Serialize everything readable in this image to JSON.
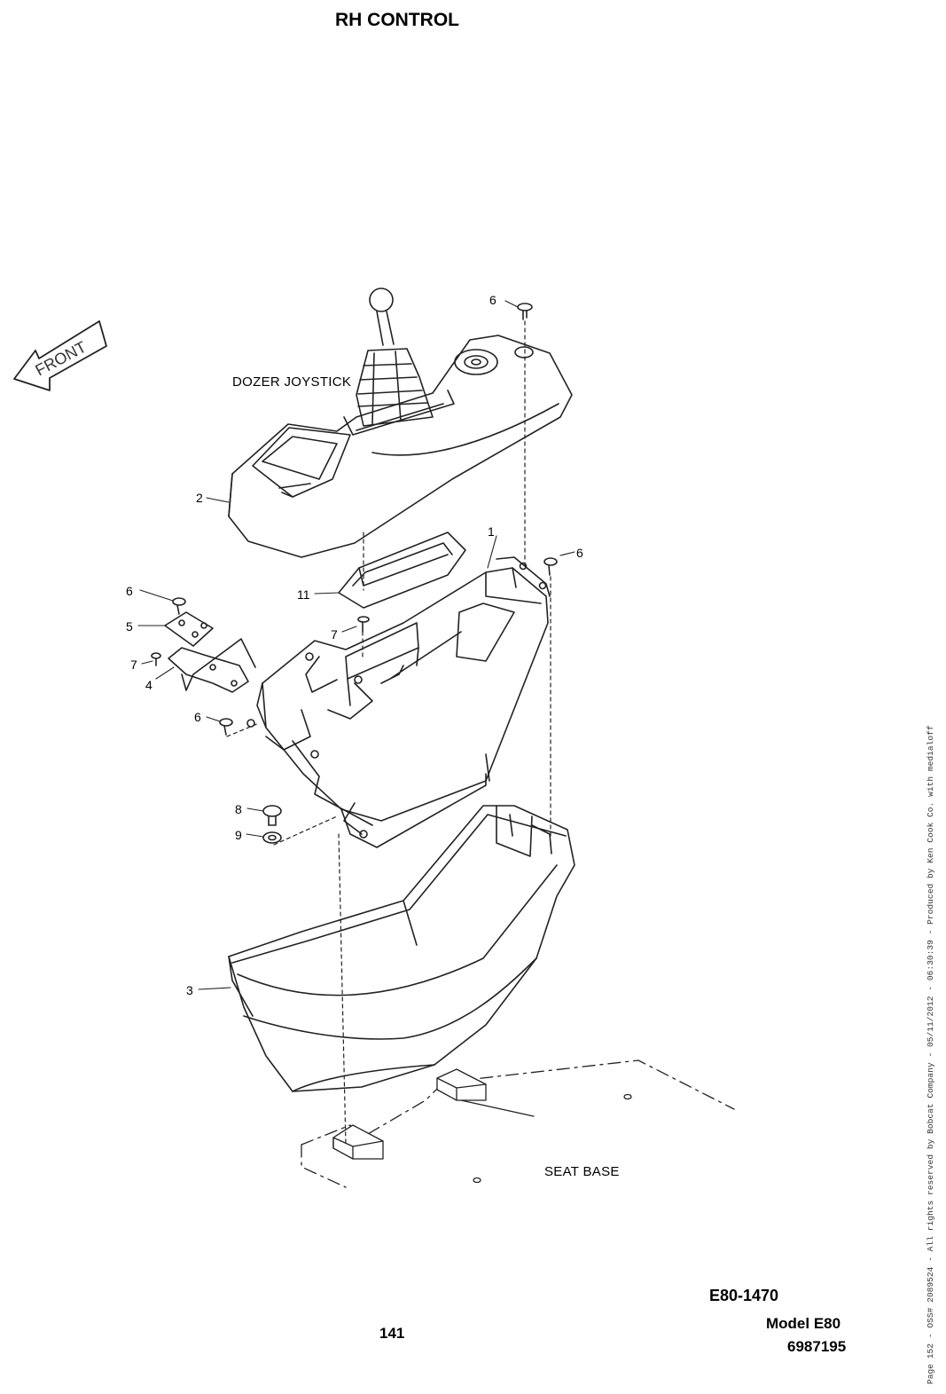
{
  "page_title": "RH CONTROL",
  "front_label": "FRONT",
  "captions": {
    "dozer_joystick": "DOZER JOYSTICK",
    "seat_base": "SEAT BASE"
  },
  "callouts": {
    "c1": "1",
    "c2": "2",
    "c3": "3",
    "c4": "4",
    "c5": "5",
    "c6a": "6",
    "c6b": "6",
    "c6c": "6",
    "c6d": "6",
    "c7a": "7",
    "c7b": "7",
    "c8": "8",
    "c9": "9",
    "c11": "11"
  },
  "footer": {
    "ref_code": "E80-1470",
    "model": "Model E80",
    "part_number": "6987195",
    "page_number": "141"
  },
  "side_note": "Page 152 - OSS# 2089524 - All rights reserved by Bobcat Company - 05/11/2012 - 06:30:39 - Produced by Ken Cook Co. with medialoff"
}
